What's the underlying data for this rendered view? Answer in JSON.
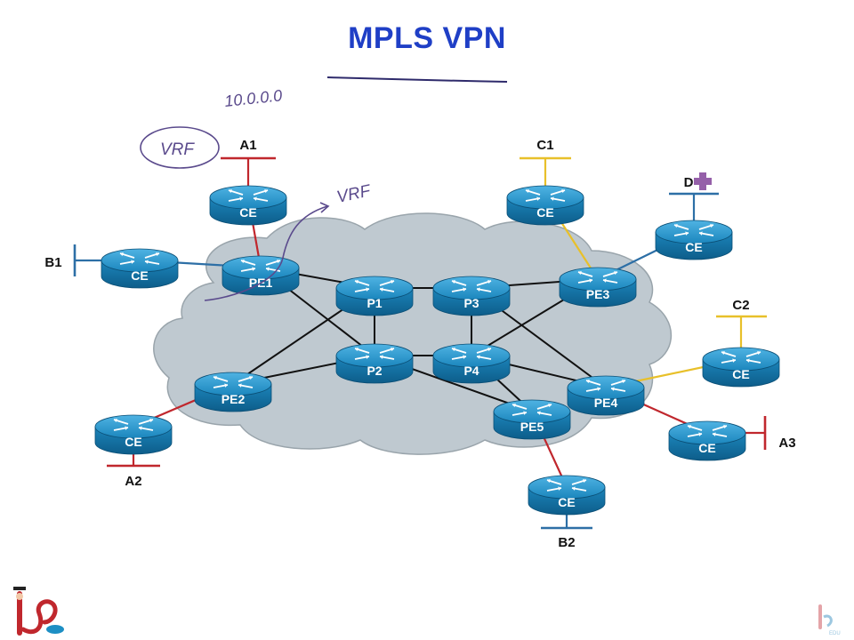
{
  "title": "MPLS VPN",
  "annotations": {
    "address": "10.0.0.0",
    "vrf_left": "VRF",
    "vrf_right": "VRF"
  },
  "colors": {
    "title": "#1f3fc6",
    "cloud": "#bfc9d0",
    "router": "#1d8fc4",
    "vpn_a": "#c0272d",
    "vpn_b": "#2d6fa6",
    "vpn_c": "#e8c02a",
    "ink": "#5a4a8c"
  },
  "routers": [
    {
      "id": "pe1",
      "label": "PE1",
      "role": "provider-edge"
    },
    {
      "id": "pe2",
      "label": "PE2",
      "role": "provider-edge"
    },
    {
      "id": "pe3",
      "label": "PE3",
      "role": "provider-edge"
    },
    {
      "id": "pe4",
      "label": "PE4",
      "role": "provider-edge"
    },
    {
      "id": "pe5",
      "label": "PE5",
      "role": "provider-edge"
    },
    {
      "id": "p1",
      "label": "P1",
      "role": "provider-core"
    },
    {
      "id": "p2",
      "label": "P2",
      "role": "provider-core"
    },
    {
      "id": "p3",
      "label": "P3",
      "role": "provider-core"
    },
    {
      "id": "p4",
      "label": "P4",
      "role": "provider-core"
    },
    {
      "id": "ce_a1",
      "label": "CE",
      "role": "customer-edge"
    },
    {
      "id": "ce_b1",
      "label": "CE",
      "role": "customer-edge"
    },
    {
      "id": "ce_a2",
      "label": "CE",
      "role": "customer-edge"
    },
    {
      "id": "ce_c1",
      "label": "CE",
      "role": "customer-edge"
    },
    {
      "id": "ce_d",
      "label": "CE",
      "role": "customer-edge"
    },
    {
      "id": "ce_c2",
      "label": "CE",
      "role": "customer-edge"
    },
    {
      "id": "ce_a3",
      "label": "CE",
      "role": "customer-edge"
    },
    {
      "id": "ce_b2",
      "label": "CE",
      "role": "customer-edge"
    }
  ],
  "sites": [
    {
      "id": "a1",
      "label": "A1",
      "vpn": "a"
    },
    {
      "id": "b1",
      "label": "B1",
      "vpn": "b"
    },
    {
      "id": "a2",
      "label": "A2",
      "vpn": "a"
    },
    {
      "id": "c1",
      "label": "C1",
      "vpn": "c"
    },
    {
      "id": "d",
      "label": "D",
      "vpn": "b"
    },
    {
      "id": "c2",
      "label": "C2",
      "vpn": "c"
    },
    {
      "id": "a3",
      "label": "A3",
      "vpn": "a"
    },
    {
      "id": "b2",
      "label": "B2",
      "vpn": "b"
    }
  ],
  "links": [
    {
      "from": "pe1",
      "to": "p1",
      "type": "core"
    },
    {
      "from": "pe1",
      "to": "p2",
      "type": "core"
    },
    {
      "from": "pe2",
      "to": "p1",
      "type": "core"
    },
    {
      "from": "pe2",
      "to": "p2",
      "type": "core"
    },
    {
      "from": "p1",
      "to": "p2",
      "type": "core"
    },
    {
      "from": "p1",
      "to": "p3",
      "type": "core"
    },
    {
      "from": "p2",
      "to": "p4",
      "type": "core"
    },
    {
      "from": "p3",
      "to": "p4",
      "type": "core"
    },
    {
      "from": "p3",
      "to": "pe3",
      "type": "core"
    },
    {
      "from": "p3",
      "to": "pe4",
      "type": "core"
    },
    {
      "from": "p4",
      "to": "pe3",
      "type": "core"
    },
    {
      "from": "p4",
      "to": "pe4",
      "type": "core"
    },
    {
      "from": "p2",
      "to": "pe5",
      "type": "core"
    },
    {
      "from": "p4",
      "to": "pe5",
      "type": "core"
    },
    {
      "from": "pe1",
      "to": "ce_a1",
      "type": "a"
    },
    {
      "from": "pe1",
      "to": "ce_b1",
      "type": "b"
    },
    {
      "from": "pe2",
      "to": "ce_a2",
      "type": "a"
    },
    {
      "from": "pe3",
      "to": "ce_c1",
      "type": "c"
    },
    {
      "from": "pe3",
      "to": "ce_d",
      "type": "b"
    },
    {
      "from": "pe4",
      "to": "ce_c2",
      "type": "c"
    },
    {
      "from": "pe4",
      "to": "ce_a3",
      "type": "a"
    },
    {
      "from": "pe5",
      "to": "ce_b2",
      "type": "a"
    }
  ]
}
